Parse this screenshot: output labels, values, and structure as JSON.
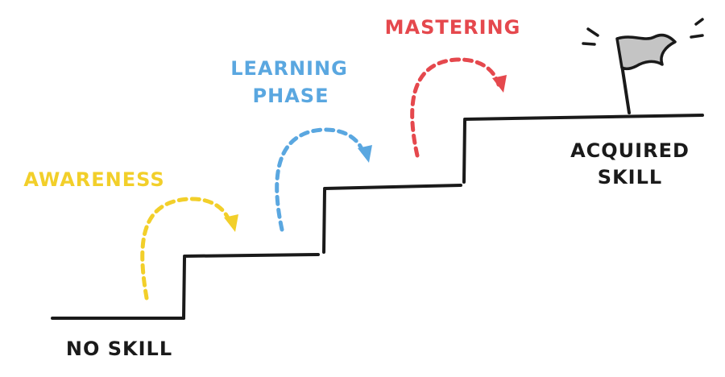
{
  "labels": {
    "no_skill": "NO SKILL",
    "awareness": "AWARENESS",
    "learning_line1": "LEARNING",
    "learning_line2": "PHASE",
    "mastering": "MASTERING",
    "acquired_line1": "ACQUIRED",
    "acquired_line2": "SKILL"
  },
  "colors": {
    "ink": "#1a1a1a",
    "awareness": "#f2cf2a",
    "learning": "#5aa7e0",
    "mastering": "#e5484d",
    "flag_fill": "#c4c4c4"
  },
  "icons": {
    "flag": "flag-icon",
    "arrow": "dashed-curved-arrow-icon"
  }
}
